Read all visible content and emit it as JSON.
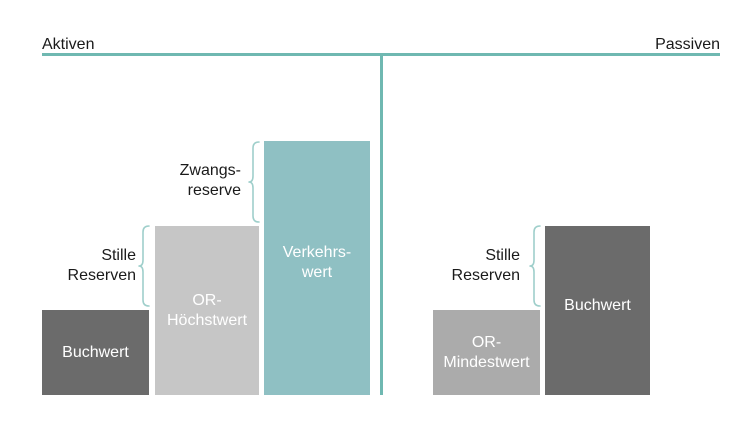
{
  "colors": {
    "line": "#6fb8b1",
    "dark": "#6b6b6b",
    "light": "#c6c6c6",
    "teal": "#8fc0c3",
    "mid": "#ababab",
    "brace": "#9fcfcb"
  },
  "header": {
    "left_label": "Aktiven",
    "right_label": "Passiven"
  },
  "aktiven": {
    "buchwert": "Buchwert",
    "or_hoechstwert": [
      "OR-",
      "Höchstwert"
    ],
    "verkehrswert": [
      "Verkehrs-",
      "wert"
    ],
    "stille_reserven": [
      "Stille",
      "Reserven"
    ],
    "zwangsreserve": [
      "Zwangs-",
      "reserve"
    ]
  },
  "passiven": {
    "buchwert": "Buchwert",
    "or_mindestwert": [
      "OR-",
      "Mindestwert"
    ],
    "stille_reserven": [
      "Stille",
      "Reserven"
    ]
  }
}
